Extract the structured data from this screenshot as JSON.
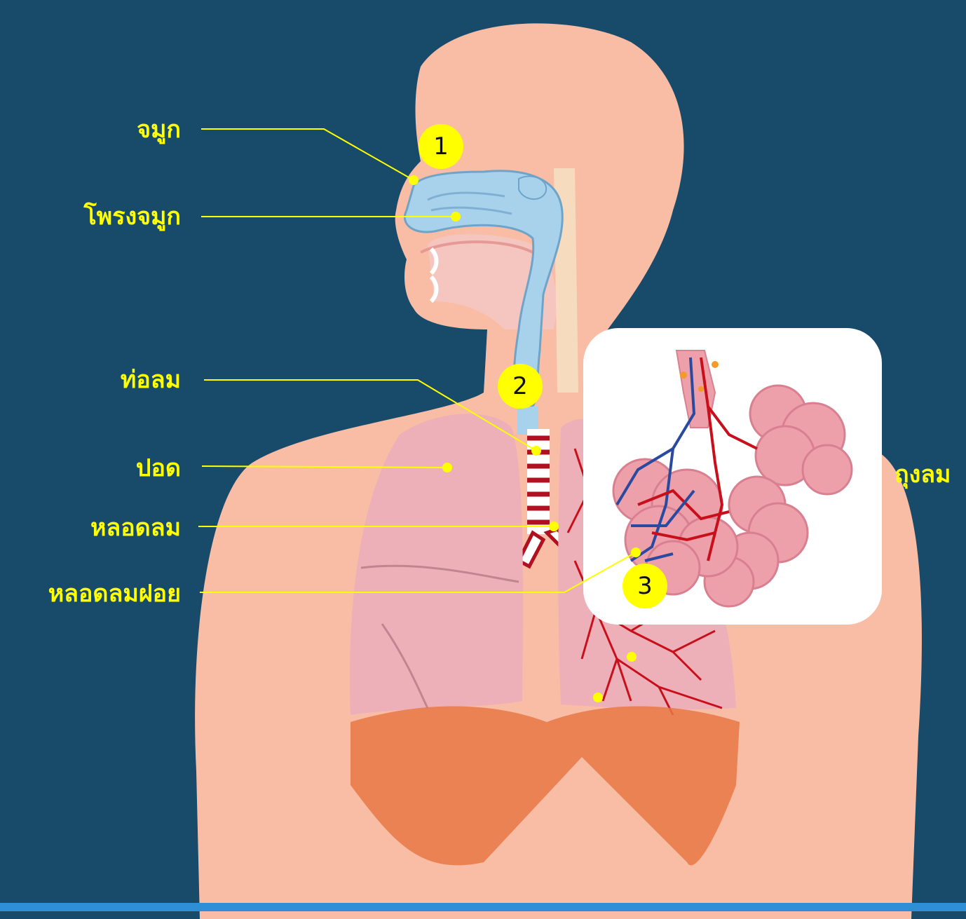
{
  "labels": {
    "nose": "จมูก",
    "nasal_cavity": "โพรงจมูก",
    "trachea": "ท่อลม",
    "lung": "ปอด",
    "bronchus": "หลอดลม",
    "bronchiole": "หลอดลมฝอย",
    "alveolus": "ถุงลม"
  },
  "markers": [
    "1",
    "2",
    "3"
  ],
  "colors": {
    "background": "#184a69",
    "skin": "#f9bda6",
    "label": "#ffff00",
    "airway": "#a8d2ec",
    "lung": "#eeb0b8",
    "diaphragm": "#e87845",
    "artery": "#c8101c",
    "vein": "#2a4aa0",
    "accent_bar": "#2f8fd6"
  }
}
